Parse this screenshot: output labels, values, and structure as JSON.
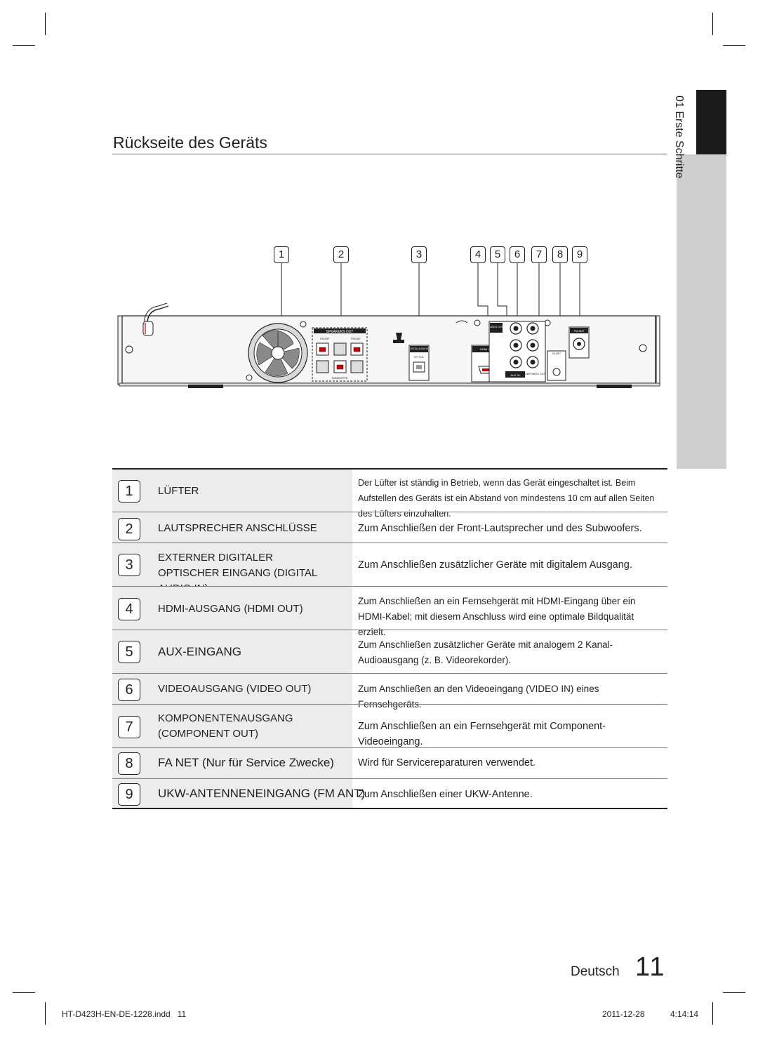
{
  "page": {
    "title": "Rückseite des Geräts",
    "side_tab": "01  Erste Schritte",
    "language": "Deutsch",
    "page_number": "11"
  },
  "diagram": {
    "callouts": [
      "1",
      "2",
      "3",
      "4",
      "5",
      "6",
      "7",
      "8",
      "9"
    ],
    "panel_labels": {
      "speakers_out": "SPEAKERS OUT",
      "front_r": "FRONT",
      "front_l": "FRONT",
      "subwoofer": "SUBWOOFER",
      "digital_audio_in": "DIGITAL AUDIO IN",
      "optical": "OPTICAL",
      "hdmi_out": "HDMI OUT",
      "video_out": "VIDEO OUT",
      "aux_in": "AUX IN",
      "component_out": "COMPONENT OUT",
      "fa_net": "FA NET",
      "fm_ant": "FM ANT"
    }
  },
  "table": {
    "rows": [
      {
        "num": "1",
        "label": "LÜFTER",
        "desc": "Der Lüfter ist ständig in Betrieb, wenn das Gerät eingeschaltet ist. Beim Aufstellen des Geräts ist ein Abstand von mindestens 10 cm auf allen Seiten des Lüfters einzuhalten."
      },
      {
        "num": "2",
        "label": "LAUTSPRECHER ANSCHLÜSSE",
        "desc": "Zum Anschließen der Front-Lautsprecher und des Subwoofers."
      },
      {
        "num": "3",
        "label": "EXTERNER DIGITALER OPTISCHER EINGANG (DIGITAL AUDIO IN)",
        "desc": "Zum Anschließen zusätzlicher Geräte mit digitalem Ausgang."
      },
      {
        "num": "4",
        "label": "HDMI-AUSGANG (HDMI OUT)",
        "desc": "Zum Anschließen an ein Fernsehgerät mit HDMI-Eingang über ein HDMI-Kabel; mit diesem Anschluss wird eine optimale Bildqualität erzielt."
      },
      {
        "num": "5",
        "label": "AUX-EINGANG",
        "desc": "Zum Anschließen zusätzlicher Geräte mit analogem 2 Kanal-Audioausgang (z. B. Videorekorder)."
      },
      {
        "num": "6",
        "label": "VIDEOAUSGANG (VIDEO OUT)",
        "desc": "Zum Anschließen an den Videoeingang (VIDEO IN) eines Fernsehgeräts."
      },
      {
        "num": "7",
        "label": "KOMPONENTENAUSGANG (COMPONENT OUT)",
        "desc": "Zum Anschließen an ein Fernsehgerät mit Component-Videoeingang."
      },
      {
        "num": "8",
        "label": "FA NET (Nur für Service Zwecke)",
        "desc": "Wird für Servicereparaturen verwendet."
      },
      {
        "num": "9",
        "label": "UKW-ANTENNENEINGANG (FM ANT)",
        "desc": "Zum Anschließen einer UKW-Antenne."
      }
    ]
  },
  "footer": {
    "file": "HT-D423H-EN-DE-1228.indd   11",
    "date": "2011-12-28",
    "time": "4:14:14"
  }
}
